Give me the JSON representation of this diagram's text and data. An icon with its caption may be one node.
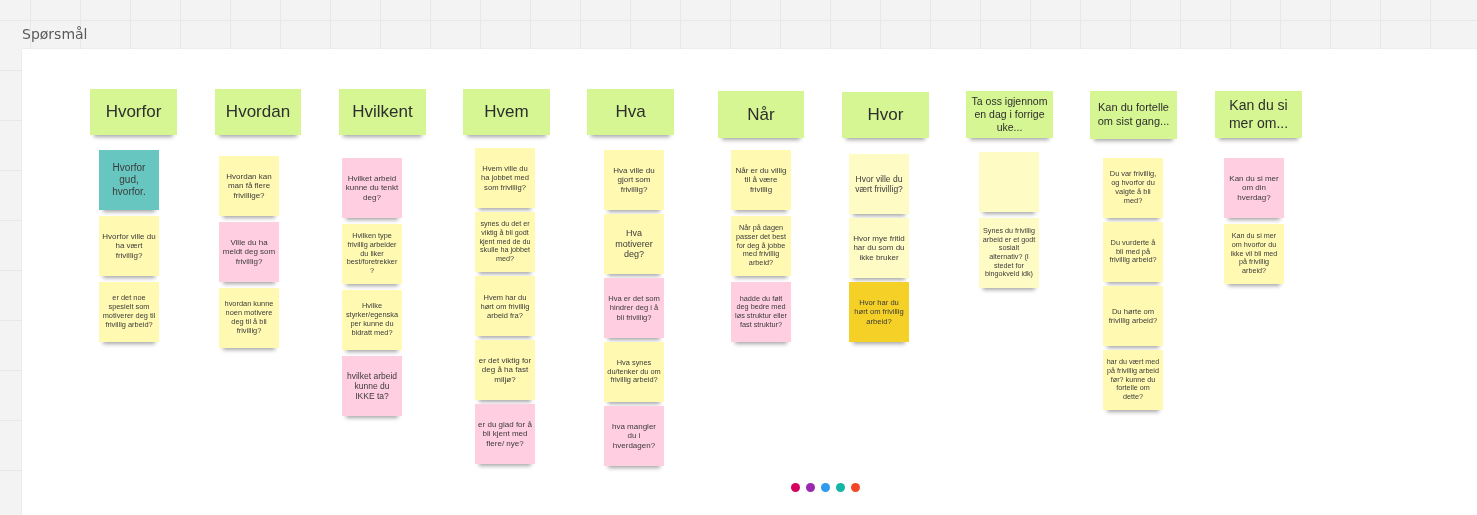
{
  "diagram": {
    "nodes": [
      {
        "text": [
          "Spørsmål"
        ]
      },
      {
        "text": [
          "Hvorfor"
        ],
        "in": 0
      },
      {
        "text": [
          "Hvorfor gud, hvorfor."
        ],
        "in": 0
      },
      {
        "text": [
          "Hvorfor ville du ha vært frivillig?"
        ],
        "in": 0
      },
      {
        "text": [
          "er det noe spesielt som motiverer deg til frivillig arbeid?"
        ],
        "in": 0
      },
      {
        "text": [
          "Hvordan"
        ],
        "in": 0
      },
      {
        "text": [
          "Hvordan kan man få flere frivillige?"
        ],
        "in": 0
      },
      {
        "text": [
          "Ville du ha meldt deg som frivillig?"
        ],
        "in": 0
      },
      {
        "text": [
          "hvordan kunne noen motivere deg til å bli frivillig?"
        ],
        "in": 0
      },
      {
        "text": [
          "Hvilkent"
        ],
        "in": 0
      },
      {
        "text": [
          "Hvilket arbeid kunne du tenkt deg?"
        ],
        "in": 0
      },
      {
        "text": [
          "Hvilken type frivillig arbeider du liker best/foretrekker?"
        ],
        "in": 0
      },
      {
        "text": [
          "Hvilke styrker/egenskaper kunne du bidratt med?"
        ],
        "in": 0
      },
      {
        "text": [
          "hvilket arbeid kunne du IKKE ta?"
        ],
        "in": 0
      },
      {
        "text": [
          "Hvem"
        ],
        "in": 0
      },
      {
        "text": [
          "Hvem ville du ha jobbet med som frivillig?"
        ],
        "in": 0
      },
      {
        "text": [
          "synes du det er viktig å bli godt kjent med de du skulle ha jobbet med?"
        ],
        "in": 0
      },
      {
        "text": [
          "Hvem har du hørt om frivillig arbeid fra?"
        ],
        "in": 0
      },
      {
        "text": [
          "er det viktig for deg å ha fast miljø?"
        ],
        "in": 0
      },
      {
        "text": [
          "er du glad for å bli kjent med flere/ nye?"
        ],
        "in": 0
      },
      {
        "text": [
          "Hva"
        ],
        "in": 0
      },
      {
        "text": [
          "Hva ville du gjort som frivillig?"
        ],
        "in": 0
      },
      {
        "text": [
          "Hva motiverer deg?"
        ],
        "in": 0
      },
      {
        "text": [
          "Hva er det som hindrer deg i å bli frivillig?"
        ],
        "in": 0
      },
      {
        "text": [
          "Hva synes du/tenker du om frivillig arbeid?"
        ],
        "in": 0
      },
      {
        "text": [
          "hva mangler du i hverdagen?"
        ],
        "in": 0
      },
      {
        "text": [
          "Når"
        ],
        "in": 0
      },
      {
        "text": [
          "Når er du villig til å være frivillig"
        ],
        "in": 0
      },
      {
        "text": [
          "Når på dagen passer det best for deg å jobbe med frivillig arbeid?"
        ],
        "in": 0
      },
      {
        "text": [
          "hadde du følt deg bedre med løs struktur eller fast struktur?"
        ],
        "in": 0
      },
      {
        "text": [
          "Hvor"
        ],
        "in": 0
      },
      {
        "text": [
          "Hvor ville du vært frivillig?"
        ],
        "in": 0
      },
      {
        "text": [
          "Hvor mye fritid har du som du ikke bruker"
        ],
        "in": 0
      },
      {
        "text": [
          "Hvor har du hørt om frivillig arbeid?"
        ],
        "in": 0
      },
      {
        "text": [
          "Ta oss igjennom en dag i forrige uke..."
        ],
        "in": 0
      },
      {
        "text": [],
        "shape": "box",
        "in": 0
      },
      {
        "text": [
          "Synes du frivillig arbeid er et godt sosialt alternativ? (I stedet for bingokveld idk)"
        ],
        "in": 0
      },
      {
        "text": [
          "Kan du fortelle om sist gang..."
        ],
        "in": 0
      },
      {
        "text": [
          "Du var frivillig, og hvorfor du valgte å bli med?"
        ],
        "in": 0
      },
      {
        "text": [
          "Du vurderte å bli med på frivillig arbeid?"
        ],
        "in": 0
      },
      {
        "text": [
          "Du hørte om frivillig arbeid?"
        ],
        "in": 0
      },
      {
        "text": [
          "har du vært med på frivillig arbeid før? kunne du fortelle om dette?"
        ],
        "in": 0
      },
      {
        "text": [
          "Kan du si mer om..."
        ],
        "in": 0
      },
      {
        "text": [
          "Kan du si mer om din hverdag?"
        ],
        "in": 0
      },
      {
        "text": [
          "Kan du si mer om hvorfor du ikke vil bli med på frivillig arbeid?"
        ],
        "in": 0
      }
    ]
  }
}
